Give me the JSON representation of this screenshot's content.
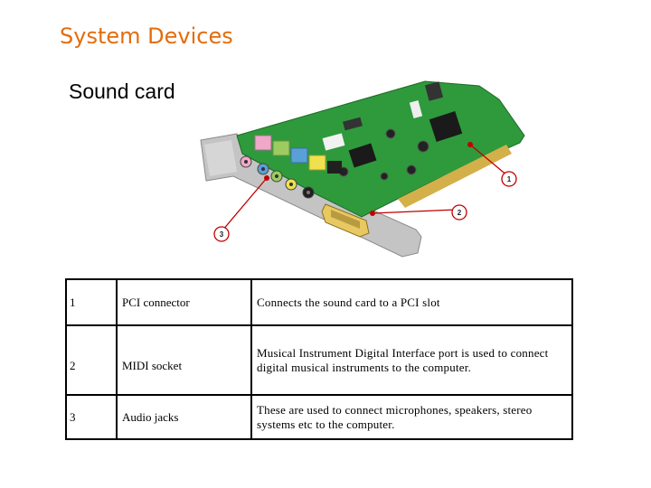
{
  "slide": {
    "title": "System Devices",
    "subtitle": "Sound card"
  },
  "illustration": {
    "callouts": [
      "1",
      "2",
      "3"
    ],
    "colors": {
      "pcb": "#2e9a3c",
      "bracket": "#bcbcbc",
      "callout_line": "#c00000",
      "jack_pink": "#f0a8c8",
      "jack_green": "#9ccc60",
      "jack_blue": "#5aa0d8",
      "jack_yellow": "#f0e050",
      "jack_black": "#202020",
      "midi_port": "#e8c860"
    }
  },
  "components": [
    {
      "number": "1",
      "name": "PCI connector",
      "description": "Connects the sound card to a PCI slot"
    },
    {
      "number": "2",
      "name": "MIDI socket",
      "description": "Musical Instrument Digital Interface port is used to connect digital musical instruments to the computer."
    },
    {
      "number": "3",
      "name": "Audio jacks",
      "description": "These are used to connect microphones, speakers, stereo systems etc to the computer."
    }
  ],
  "colors": {
    "title": "#e46c0a",
    "text": "#000000"
  }
}
